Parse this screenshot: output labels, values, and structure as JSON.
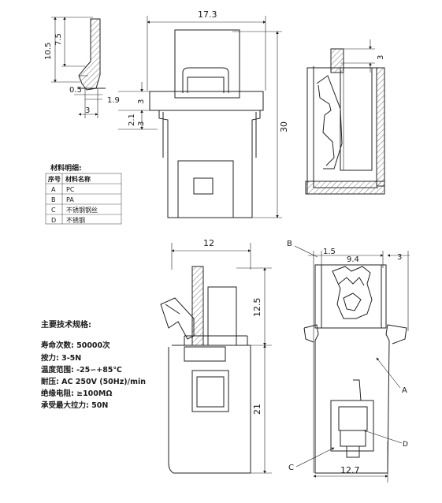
{
  "dimensions": {
    "d10_5": "10.5",
    "d7_5": "7.5",
    "d0_5": "0.5",
    "d1_9": "1.9",
    "d3_small": "3",
    "d17_3": "17.3",
    "d3_top_left": "3",
    "d2_1": "2.1",
    "d3_mid": "3",
    "d30": "30",
    "d3_top_right": "3",
    "d12": "12",
    "d12_5": "12.5",
    "d21": "21",
    "d1_5": "1.5",
    "d9_4": "9.4",
    "d3_br": "3",
    "d12_7": "12.7"
  },
  "callouts": {
    "A": "A",
    "B": "B",
    "C": "C",
    "D": "D"
  },
  "materials": {
    "title": "材料明细:",
    "header": {
      "no": "序号",
      "name": "材料名称"
    },
    "rows": [
      {
        "no": "A",
        "name": "PC"
      },
      {
        "no": "B",
        "name": "PA"
      },
      {
        "no": "C",
        "name": "不锈钢钢丝"
      },
      {
        "no": "D",
        "name": "不锈钢"
      }
    ]
  },
  "specs": {
    "title": "主要技术规格:",
    "lines": [
      "寿命次数: 50000次",
      "按力: 3-5N",
      "温度范围: -25∽+85℃",
      "耐压: AC 250V (50Hz)/min",
      "绝缘电阻: ≥100MΩ",
      "承受最大拉力: 50N"
    ]
  }
}
